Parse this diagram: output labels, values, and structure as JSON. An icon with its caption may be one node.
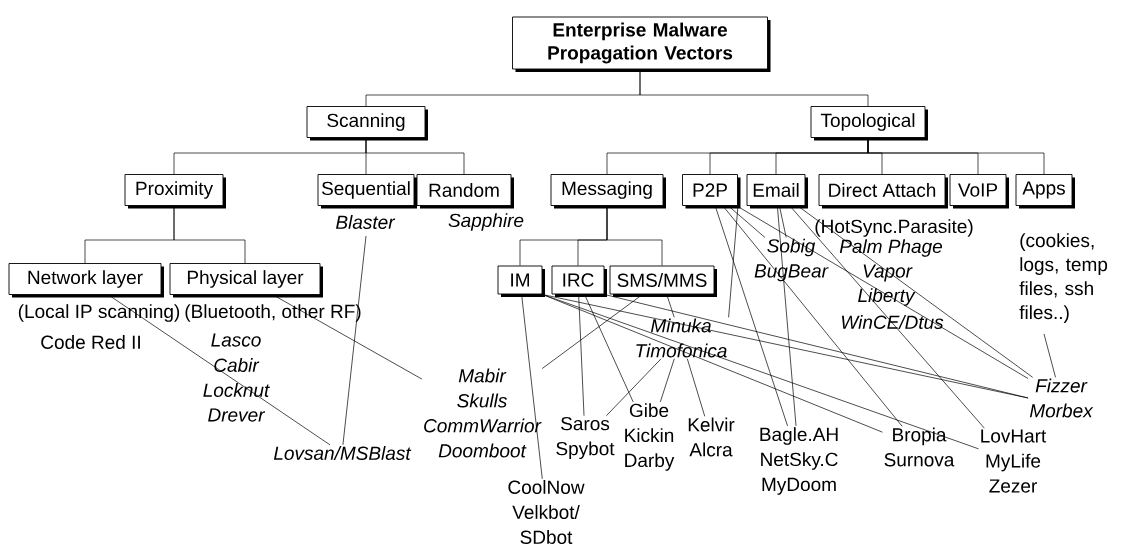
{
  "diagram": {
    "nodes": [
      {
        "text": [
          "Enterprise Malware Propagation Vectors"
        ]
      },
      {
        "text": [
          "Scanning"
        ]
      },
      {
        "text": [
          "Topological"
        ]
      },
      {
        "text": [
          "Proximity"
        ]
      },
      {
        "text": [
          "Sequential"
        ],
        "beside": [
          "Blaster"
        ]
      },
      {
        "text": [
          "Random"
        ],
        "beside": [
          "Sapphire"
        ]
      },
      {
        "text": [
          "Messaging"
        ]
      },
      {
        "text": [
          "P2P"
        ]
      },
      {
        "text": [
          "Email"
        ]
      },
      {
        "text": [
          "Direct Attach"
        ],
        "beside": [
          "(HotSync.Parasite)",
          "Palm Phage",
          "Vapor",
          "Liberty",
          "WinCE/Dtus"
        ]
      },
      {
        "text": [
          "VoIP"
        ]
      },
      {
        "text": [
          "Apps"
        ],
        "beside": [
          "(cookies, logs, temp files, ssh files..)"
        ]
      },
      {
        "text": [
          "Network layer"
        ],
        "beside": [
          "(Local IP scanning)",
          "Code Red II"
        ]
      },
      {
        "text": [
          "Physical layer"
        ],
        "beside": [
          "(Bluetooth, other RF)",
          "Lasco",
          "Cabir",
          "Locknut",
          "Drever"
        ]
      },
      {
        "text": [
          "IM"
        ]
      },
      {
        "text": [
          "IRC"
        ]
      },
      {
        "text": [
          "SMS/MMS"
        ]
      },
      {
        "text": [
          "Sobig",
          "BugBear"
        ]
      },
      {
        "text": [
          "Minuka",
          "Timofonica"
        ]
      },
      {
        "text": [
          "Mabir",
          "Skulls",
          "CommWarrior",
          "Doomboot"
        ]
      },
      {
        "text": [
          "Lovsan/MSBlast"
        ]
      },
      {
        "text": [
          "CoolNow",
          "Velkbot/ SDbot"
        ]
      },
      {
        "text": [
          "Saros",
          "Spybot"
        ]
      },
      {
        "text": [
          "Gibe",
          "Kickin",
          "Darby"
        ]
      },
      {
        "text": [
          "Kelvir",
          "Alcra"
        ]
      },
      {
        "text": [
          "Bagle.AH",
          "NetSky.C",
          "MyDoom"
        ]
      },
      {
        "text": [
          "Bropia",
          "Surnova"
        ]
      },
      {
        "text": [
          "LovHart",
          "MyLife",
          "Zezer"
        ]
      },
      {
        "text": [
          "Fizzer",
          "Morbex"
        ]
      }
    ],
    "edges": [
      {
        "from": 0,
        "to": 1,
        "arrow": "none"
      },
      {
        "from": 0,
        "to": 2,
        "arrow": "none"
      },
      {
        "from": 1,
        "to": 3,
        "arrow": "none"
      },
      {
        "from": 1,
        "to": 4,
        "arrow": "none"
      },
      {
        "from": 1,
        "to": 5,
        "arrow": "none"
      },
      {
        "from": 2,
        "to": 6,
        "arrow": "none"
      },
      {
        "from": 2,
        "to": 7,
        "arrow": "none"
      },
      {
        "from": 2,
        "to": 8,
        "arrow": "none"
      },
      {
        "from": 2,
        "to": 9,
        "arrow": "none"
      },
      {
        "from": 2,
        "to": 10,
        "arrow": "none"
      },
      {
        "from": 2,
        "to": 11,
        "arrow": "none"
      },
      {
        "from": 3,
        "to": 12,
        "arrow": "none"
      },
      {
        "from": 3,
        "to": 13,
        "arrow": "none"
      },
      {
        "from": 6,
        "to": 14,
        "arrow": "none"
      },
      {
        "from": 6,
        "to": 15,
        "arrow": "none"
      },
      {
        "from": 6,
        "to": 16,
        "arrow": "none"
      },
      {
        "from": 12,
        "to": 20,
        "arrow": "none"
      },
      {
        "from": 4,
        "to": 20,
        "arrow": "none"
      },
      {
        "from": 13,
        "to": 19,
        "arrow": "none"
      },
      {
        "from": 16,
        "to": 19,
        "arrow": "none"
      },
      {
        "from": 14,
        "to": 21,
        "arrow": "none"
      },
      {
        "from": 15,
        "to": 22,
        "arrow": "none"
      },
      {
        "from": 15,
        "to": 23,
        "arrow": "none"
      },
      {
        "from": 16,
        "to": 18,
        "arrow": "none"
      },
      {
        "from": 7,
        "to": 18,
        "arrow": "none"
      },
      {
        "from": 18,
        "to": 22,
        "arrow": "none"
      },
      {
        "from": 18,
        "to": 23,
        "arrow": "none"
      },
      {
        "from": 18,
        "to": 24,
        "arrow": "none"
      },
      {
        "from": 7,
        "to": 17,
        "arrow": "none"
      },
      {
        "from": 8,
        "to": 17,
        "arrow": "none"
      },
      {
        "from": 7,
        "to": 25,
        "arrow": "none"
      },
      {
        "from": 8,
        "to": 25,
        "arrow": "none"
      },
      {
        "from": 14,
        "to": 26,
        "arrow": "none"
      },
      {
        "from": 7,
        "to": 26,
        "arrow": "none"
      },
      {
        "from": 14,
        "to": 27,
        "arrow": "none"
      },
      {
        "from": 8,
        "to": 27,
        "arrow": "none"
      },
      {
        "from": 14,
        "to": 28,
        "arrow": "none"
      },
      {
        "from": 15,
        "to": 28,
        "arrow": "none"
      },
      {
        "from": 7,
        "to": 28,
        "arrow": "none"
      },
      {
        "from": 8,
        "to": 28,
        "arrow": "none"
      },
      {
        "from": 11,
        "to": 28,
        "arrow": "none"
      }
    ]
  }
}
